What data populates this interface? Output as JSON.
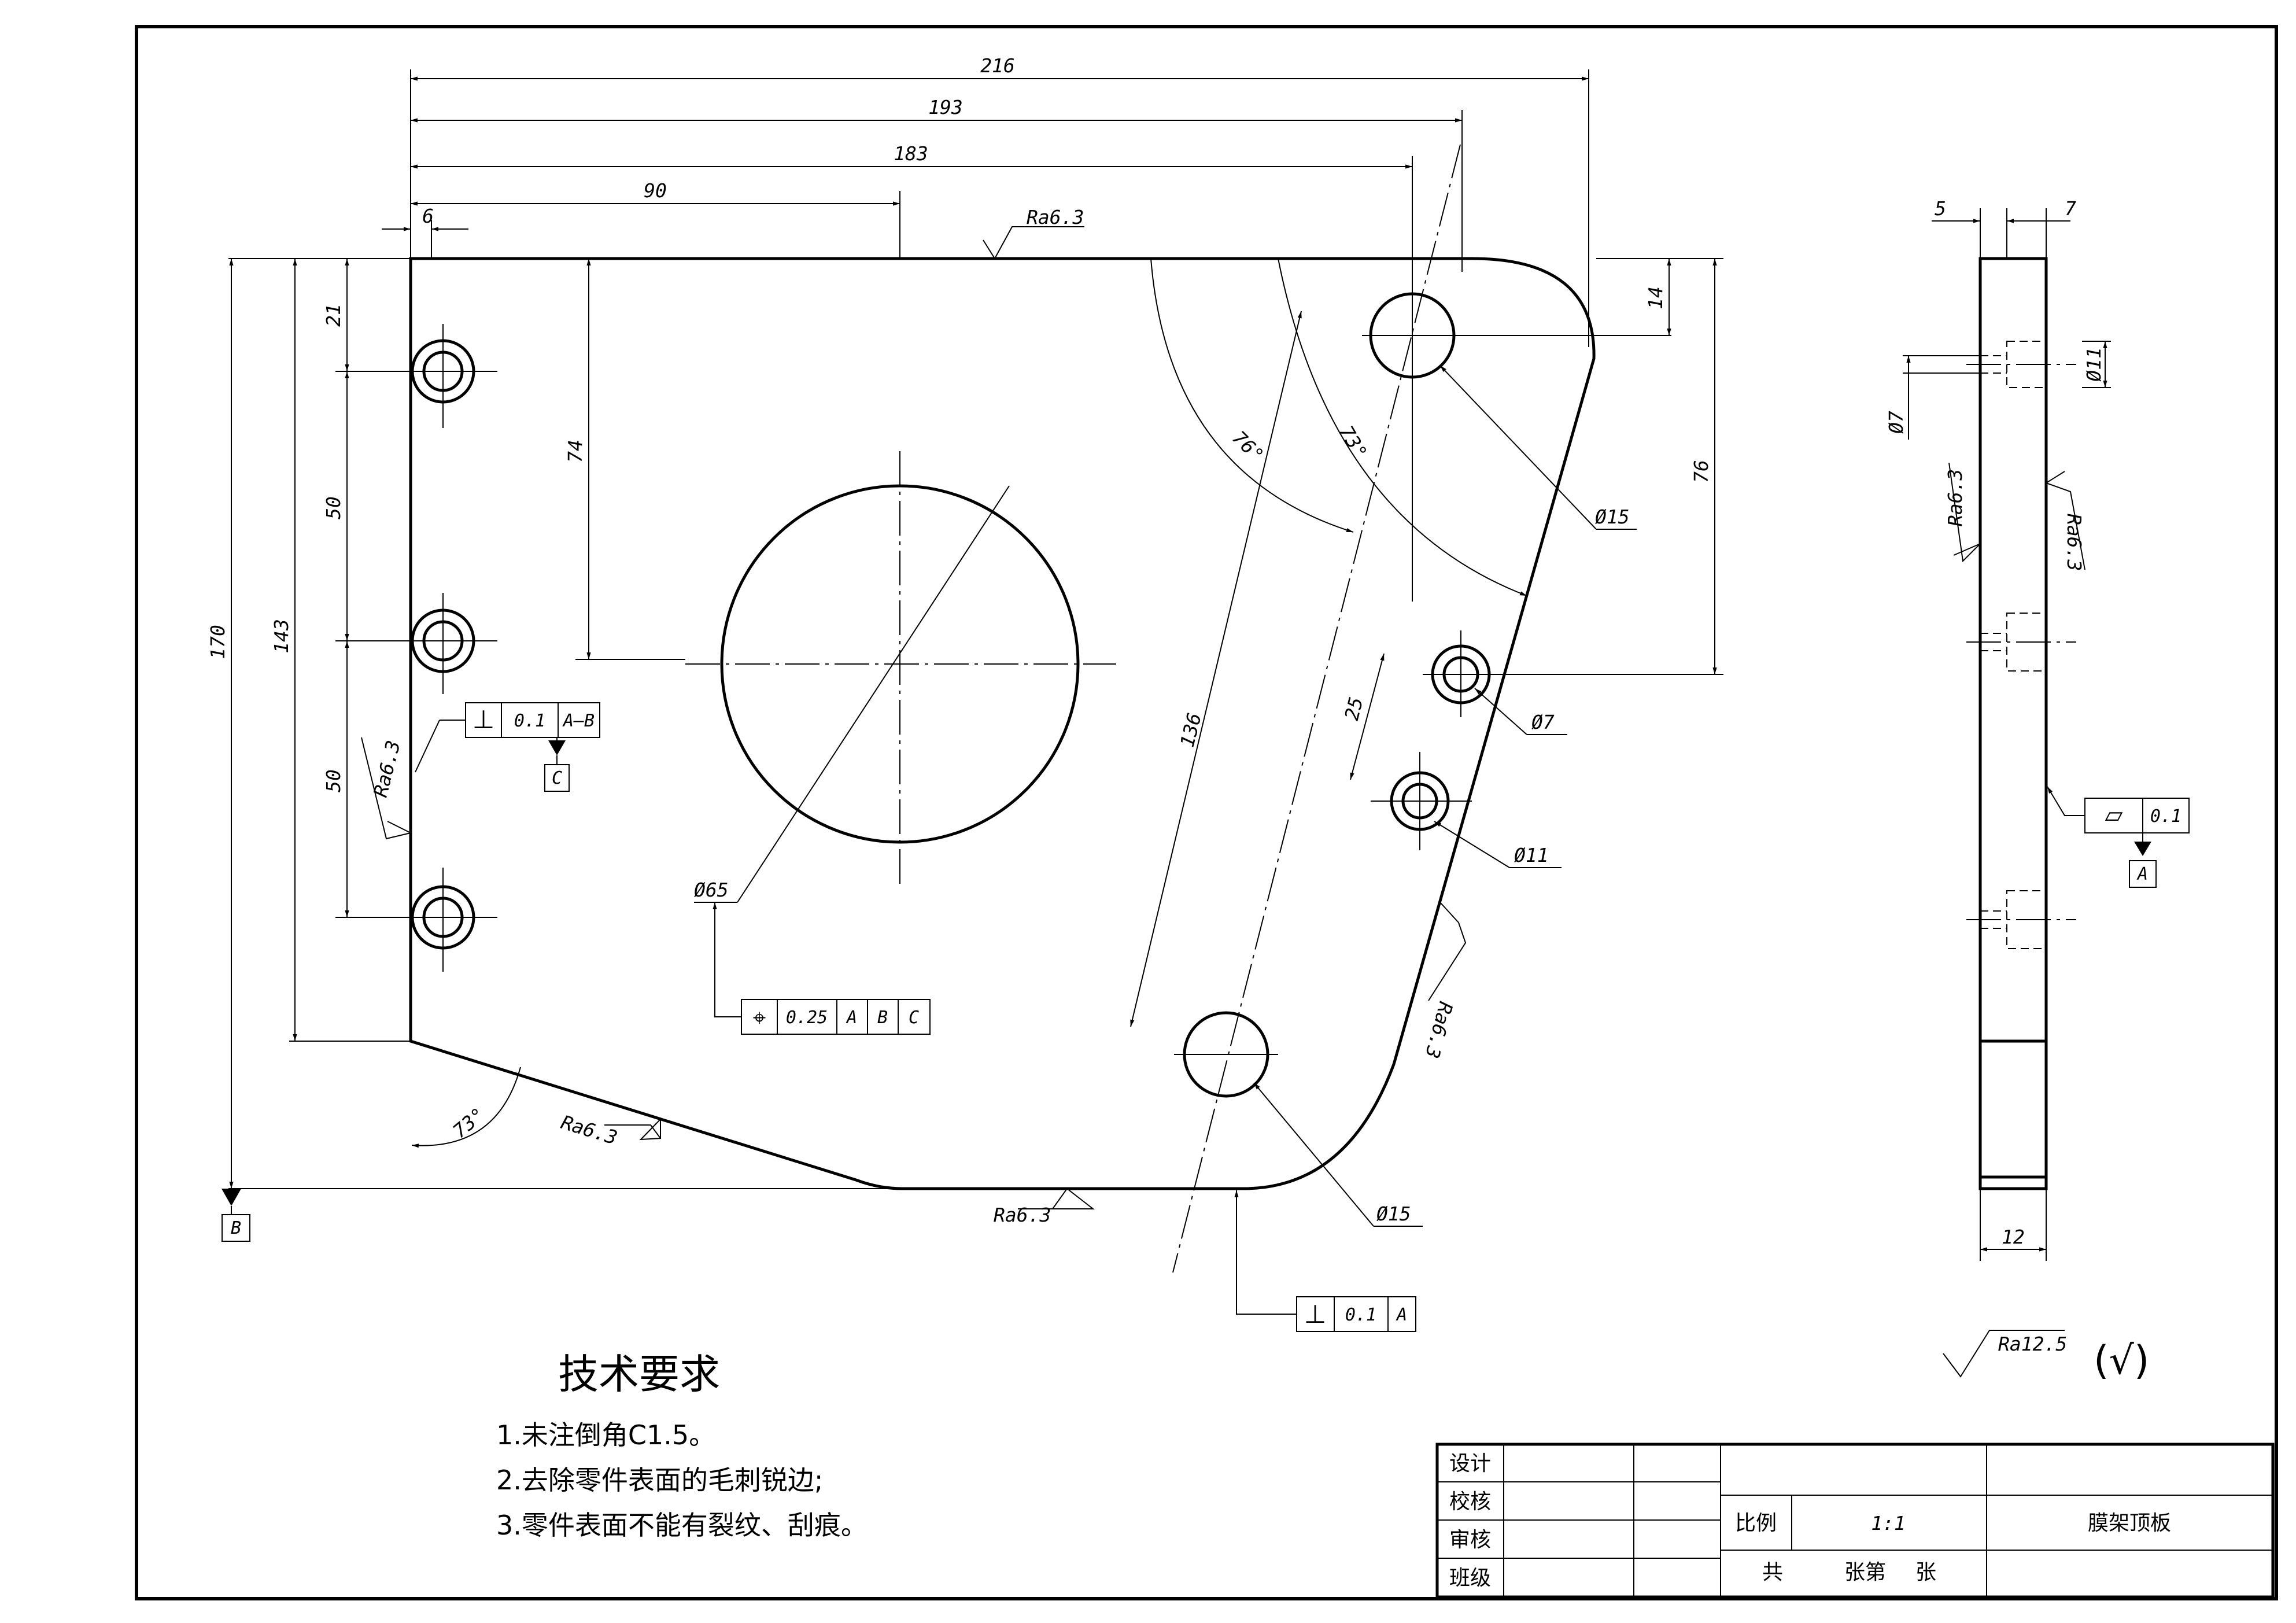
{
  "dimensions": {
    "d216": "216",
    "d193": "193",
    "d183": "183",
    "d90": "90",
    "d6": "6",
    "d21": "21",
    "d50a": "50",
    "d50b": "50",
    "d74": "74",
    "d143": "143",
    "d170": "170",
    "d14": "14",
    "d76": "76",
    "d136": "136",
    "d25": "25",
    "a76": "76°",
    "a73": "73°",
    "a73b": "73°",
    "phi15a": "Ø15",
    "phi7": "Ø7",
    "phi11": "Ø11",
    "phi65": "Ø65",
    "phi15b": "Ø15",
    "side5": "5",
    "side7": "7",
    "side12": "12",
    "sidePhi11": "Ø11",
    "sidePhi7": "Ø7"
  },
  "roughness": {
    "top": "Ra6.3",
    "left": "Ra6.3",
    "slant": "Ra6.3",
    "bottom": "Ra6.3",
    "right": "Ra6.3",
    "sideLeft": "Ra6.3",
    "sideRight": "Ra6.3",
    "general": "Ra12.5",
    "general_paren": "(√)"
  },
  "tolerances": {
    "perp1": {
      "symbol": "⊥",
      "value": "0.1",
      "datum": "A–B"
    },
    "datumC": "C",
    "position": {
      "symbol": "⌖",
      "value": "0.25",
      "datums": [
        "A",
        "B",
        "C"
      ]
    },
    "perp2": {
      "symbol": "⊥",
      "value": "0.1",
      "datum": "A"
    },
    "flatness": {
      "symbol": "▱",
      "value": "0.1"
    },
    "datumA": "A",
    "datumB": "B"
  },
  "notes": {
    "title": "技术要求",
    "items": [
      "1.未注倒角C1.5。",
      "2.去除零件表面的毛刺锐边;",
      "3.零件表面不能有裂纹、刮痕。"
    ]
  },
  "title_block": {
    "rows": [
      "设计",
      "校核",
      "审核",
      "班级"
    ],
    "scale_label": "比例",
    "scale_value": "1:1",
    "sheets_total": "共",
    "sheets_mid": "张第",
    "sheets_end": "张",
    "part_name": "膜架顶板"
  }
}
